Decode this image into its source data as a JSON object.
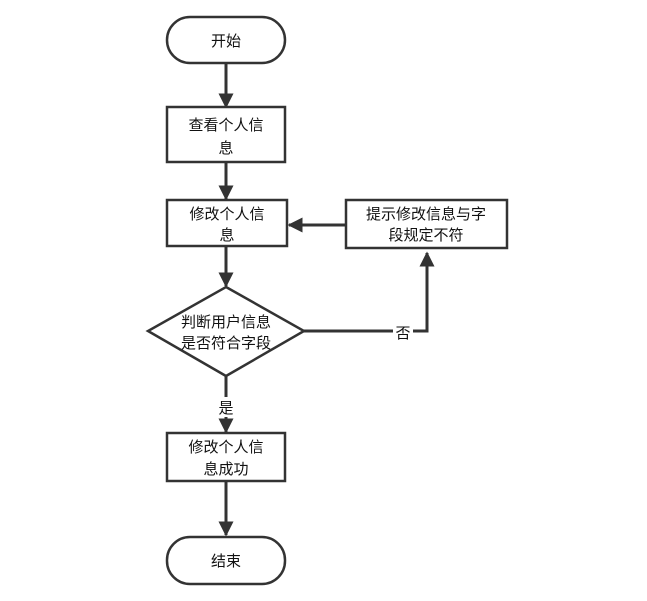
{
  "diagram": {
    "nodes": {
      "start": {
        "label": "开始"
      },
      "view": {
        "line1": "查看个人信",
        "line2": "息"
      },
      "modify": {
        "line1": "修改个人信",
        "line2": "息"
      },
      "decision": {
        "line1": "判断用户信息",
        "line2": "是否符合字段"
      },
      "prompt": {
        "line1": "提示修改信息与字",
        "line2": "段规定不符"
      },
      "success": {
        "line1": "修改个人信",
        "line2": "息成功"
      },
      "end": {
        "label": "结束"
      }
    },
    "edges": {
      "no_label": "否",
      "yes_label": "是"
    },
    "colors": {
      "stroke": "#333333",
      "text": "#111111",
      "background": "#ffffff"
    }
  }
}
